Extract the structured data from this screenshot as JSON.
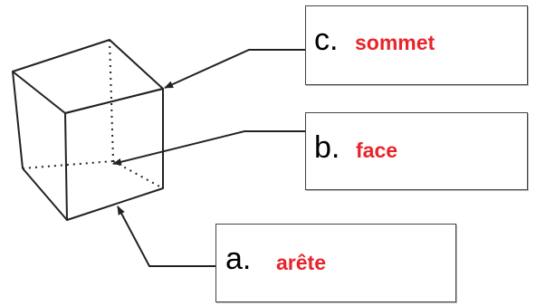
{
  "colors": {
    "label_word": "#e8242a",
    "line": "#222222"
  },
  "labels": {
    "c": {
      "letter": "c.",
      "word": "sommet"
    },
    "b": {
      "letter": "b.",
      "word": "face"
    },
    "a": {
      "letter": "a.",
      "word": "arête"
    }
  }
}
